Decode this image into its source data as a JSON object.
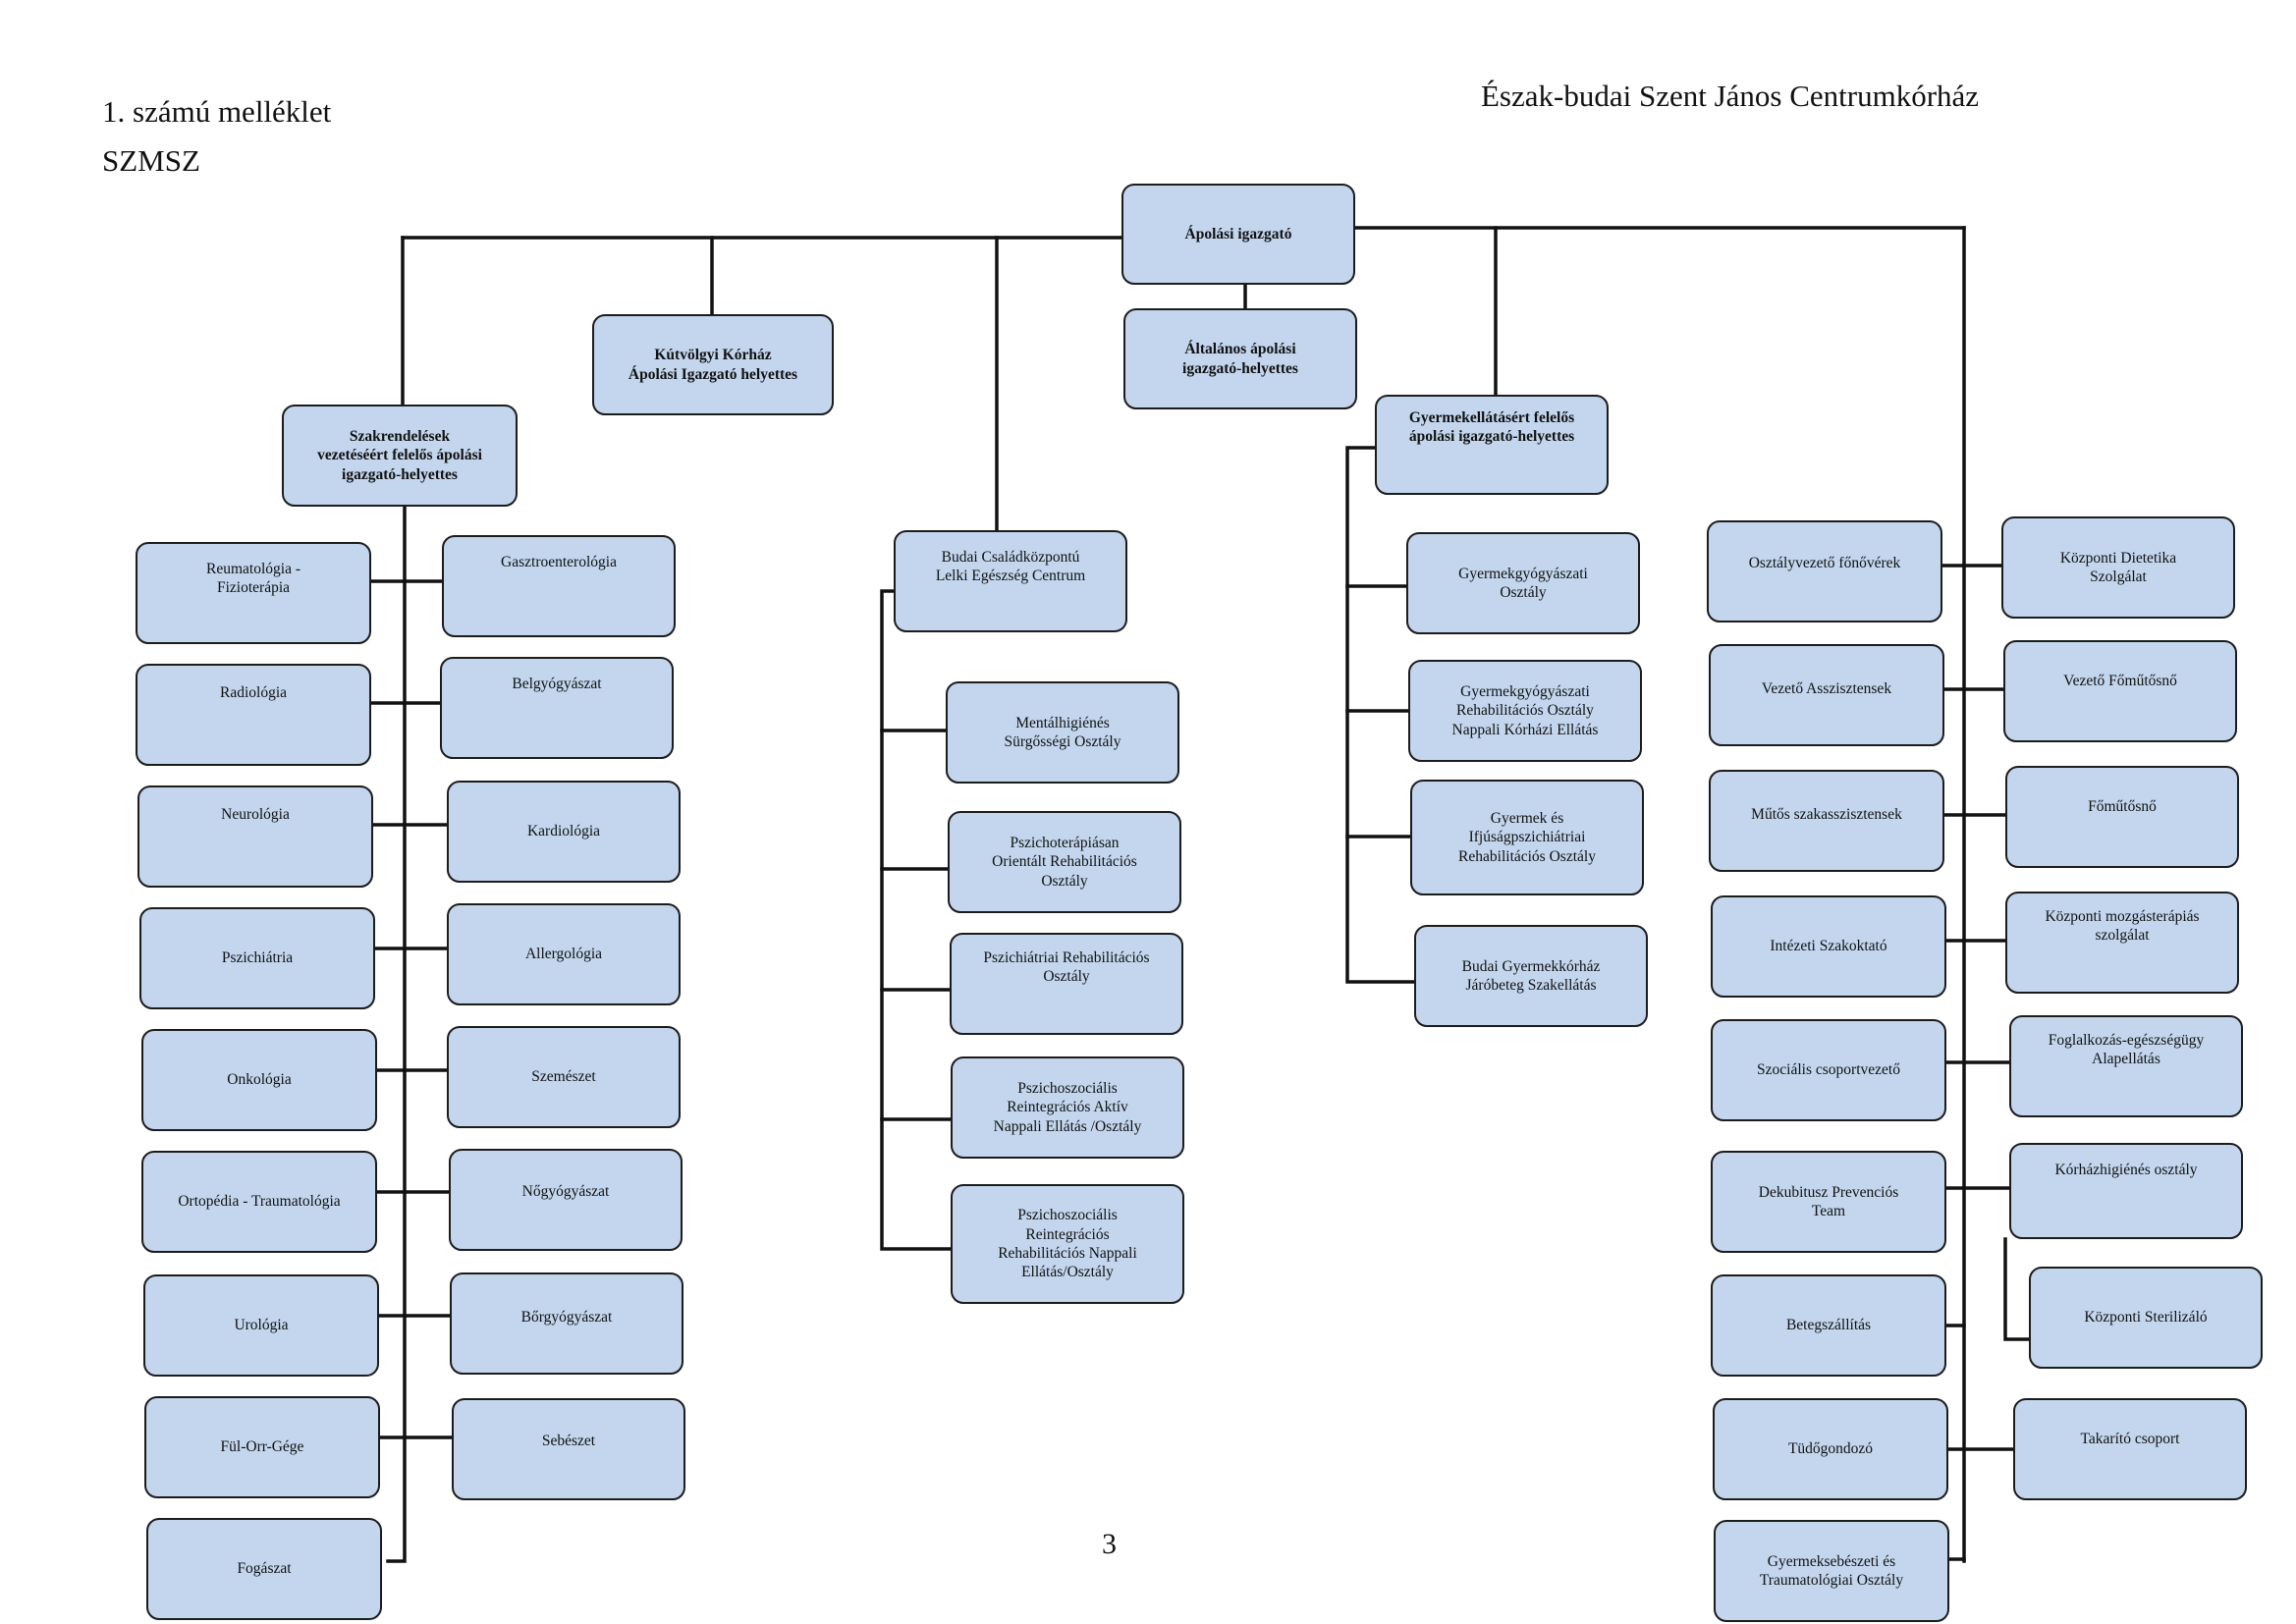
{
  "header": {
    "annex": "1. számú melléklet",
    "doc": "SZMSZ",
    "institution": "Észak-budai Szent János Centrumkórház"
  },
  "page_number": "3",
  "nodes": {
    "apolasi_igazgato": "Ápolási igazgató",
    "kutvolgyi": "Kútvölgyi Kórház\nÁpolási Igazgató helyettes",
    "altalanos": "Általános ápolási\nigazgató-helyettes",
    "szakrendelesek": "Szakrendelések\nvezetéséért felelős ápolási\nigazgató-helyettes",
    "gyermekellatas": "Gyermekellátásért felelős\nápolási igazgató-helyettes",
    "budai_csaladkozpontu": "Budai Családközpontú\nLelki Egészség Centrum",
    "reumatologia": "Reumatológia -\nFizioterápia",
    "radiologia": "Radiológia",
    "neurologia": "Neurológia",
    "pszichiatria": "Pszichiátria",
    "onkologia": "Onkológia",
    "ortopedia": "Ortopédia - Traumatológia",
    "urologia": "Urológia",
    "ful_orr_gege": "Fül-Orr-Gége",
    "fogaszat": "Fogászat",
    "gasztroenterologia": "Gasztroenterológia",
    "belgyogyaszat": "Belgyógyászat",
    "kardiologia": "Kardiológia",
    "allergologia": "Allergológia",
    "szemeszet": "Szemészet",
    "nogyogyaszat": "Nőgyógyászat",
    "borgyogyaszat": "Bőrgyógyászat",
    "sebeszet": "Sebészet",
    "mentalhigienes": "Mentálhigiénés\nSürgősségi Osztály",
    "pszichoterapiasan": "Pszichoterápiásan\nOrientált Rehabilitációs\nOsztály",
    "pszichiatriai_rehab": "Pszichiátriai Rehabilitációs\nOsztály",
    "pszichoszocialis_aktiv": "Pszichoszociális\nReintegrációs Aktív\nNappali Ellátás /Osztály",
    "pszichoszocialis_nappali": "Pszichoszociális\nReintegrációs\nRehabilitációs Nappali\nEllátás/Osztály",
    "gyermekgyogyaszati": "Gyermekgyógyászati\nOsztály",
    "gyermekgyogyaszati_rehab": "Gyermekgyógyászati\nRehabilitációs Osztály\nNappali Kórházi Ellátás",
    "gyermek_ifjusag": "Gyermek és\nIfjúságpszichiátriai\nRehabilitációs Osztály",
    "budai_gyermekkorhaz": "Budai Gyermekkórház\nJáróbeteg Szakellátás",
    "osztalyvezeto": "Osztályvezető főnővérek",
    "vezeto_asszisztensek": "Vezető Asszisztensek",
    "mutos": "Műtős szakasszisztensek",
    "intezeti": "Intézeti Szakoktató",
    "szocialis": "Szociális csoportvezető",
    "dekubitusz": "Dekubitusz Prevenciós\nTeam",
    "betegszallitas": "Betegszállítás",
    "tudogondozo": "Tüdőgondozó",
    "gyermeksebeszeti": "Gyermeksebészeti és\nTraumatológiai Osztály",
    "kozponti_dietetika": "Központi Dietetika\nSzolgálat",
    "vezeto_fomutosno": "Vezető Főműtősnő",
    "fomutosno": "Főműtősnő",
    "kozponti_mozgasterapias": "Központi mozgásterápiás\nszolgálat",
    "foglalkozas": "Foglalkozás-egészségügy\nAlapellátás",
    "korhazhigienes": "Kórházhigiénés osztály",
    "kozponti_sterilizalo": "Központi Sterilizáló",
    "takarito": "Takarító csoport"
  }
}
